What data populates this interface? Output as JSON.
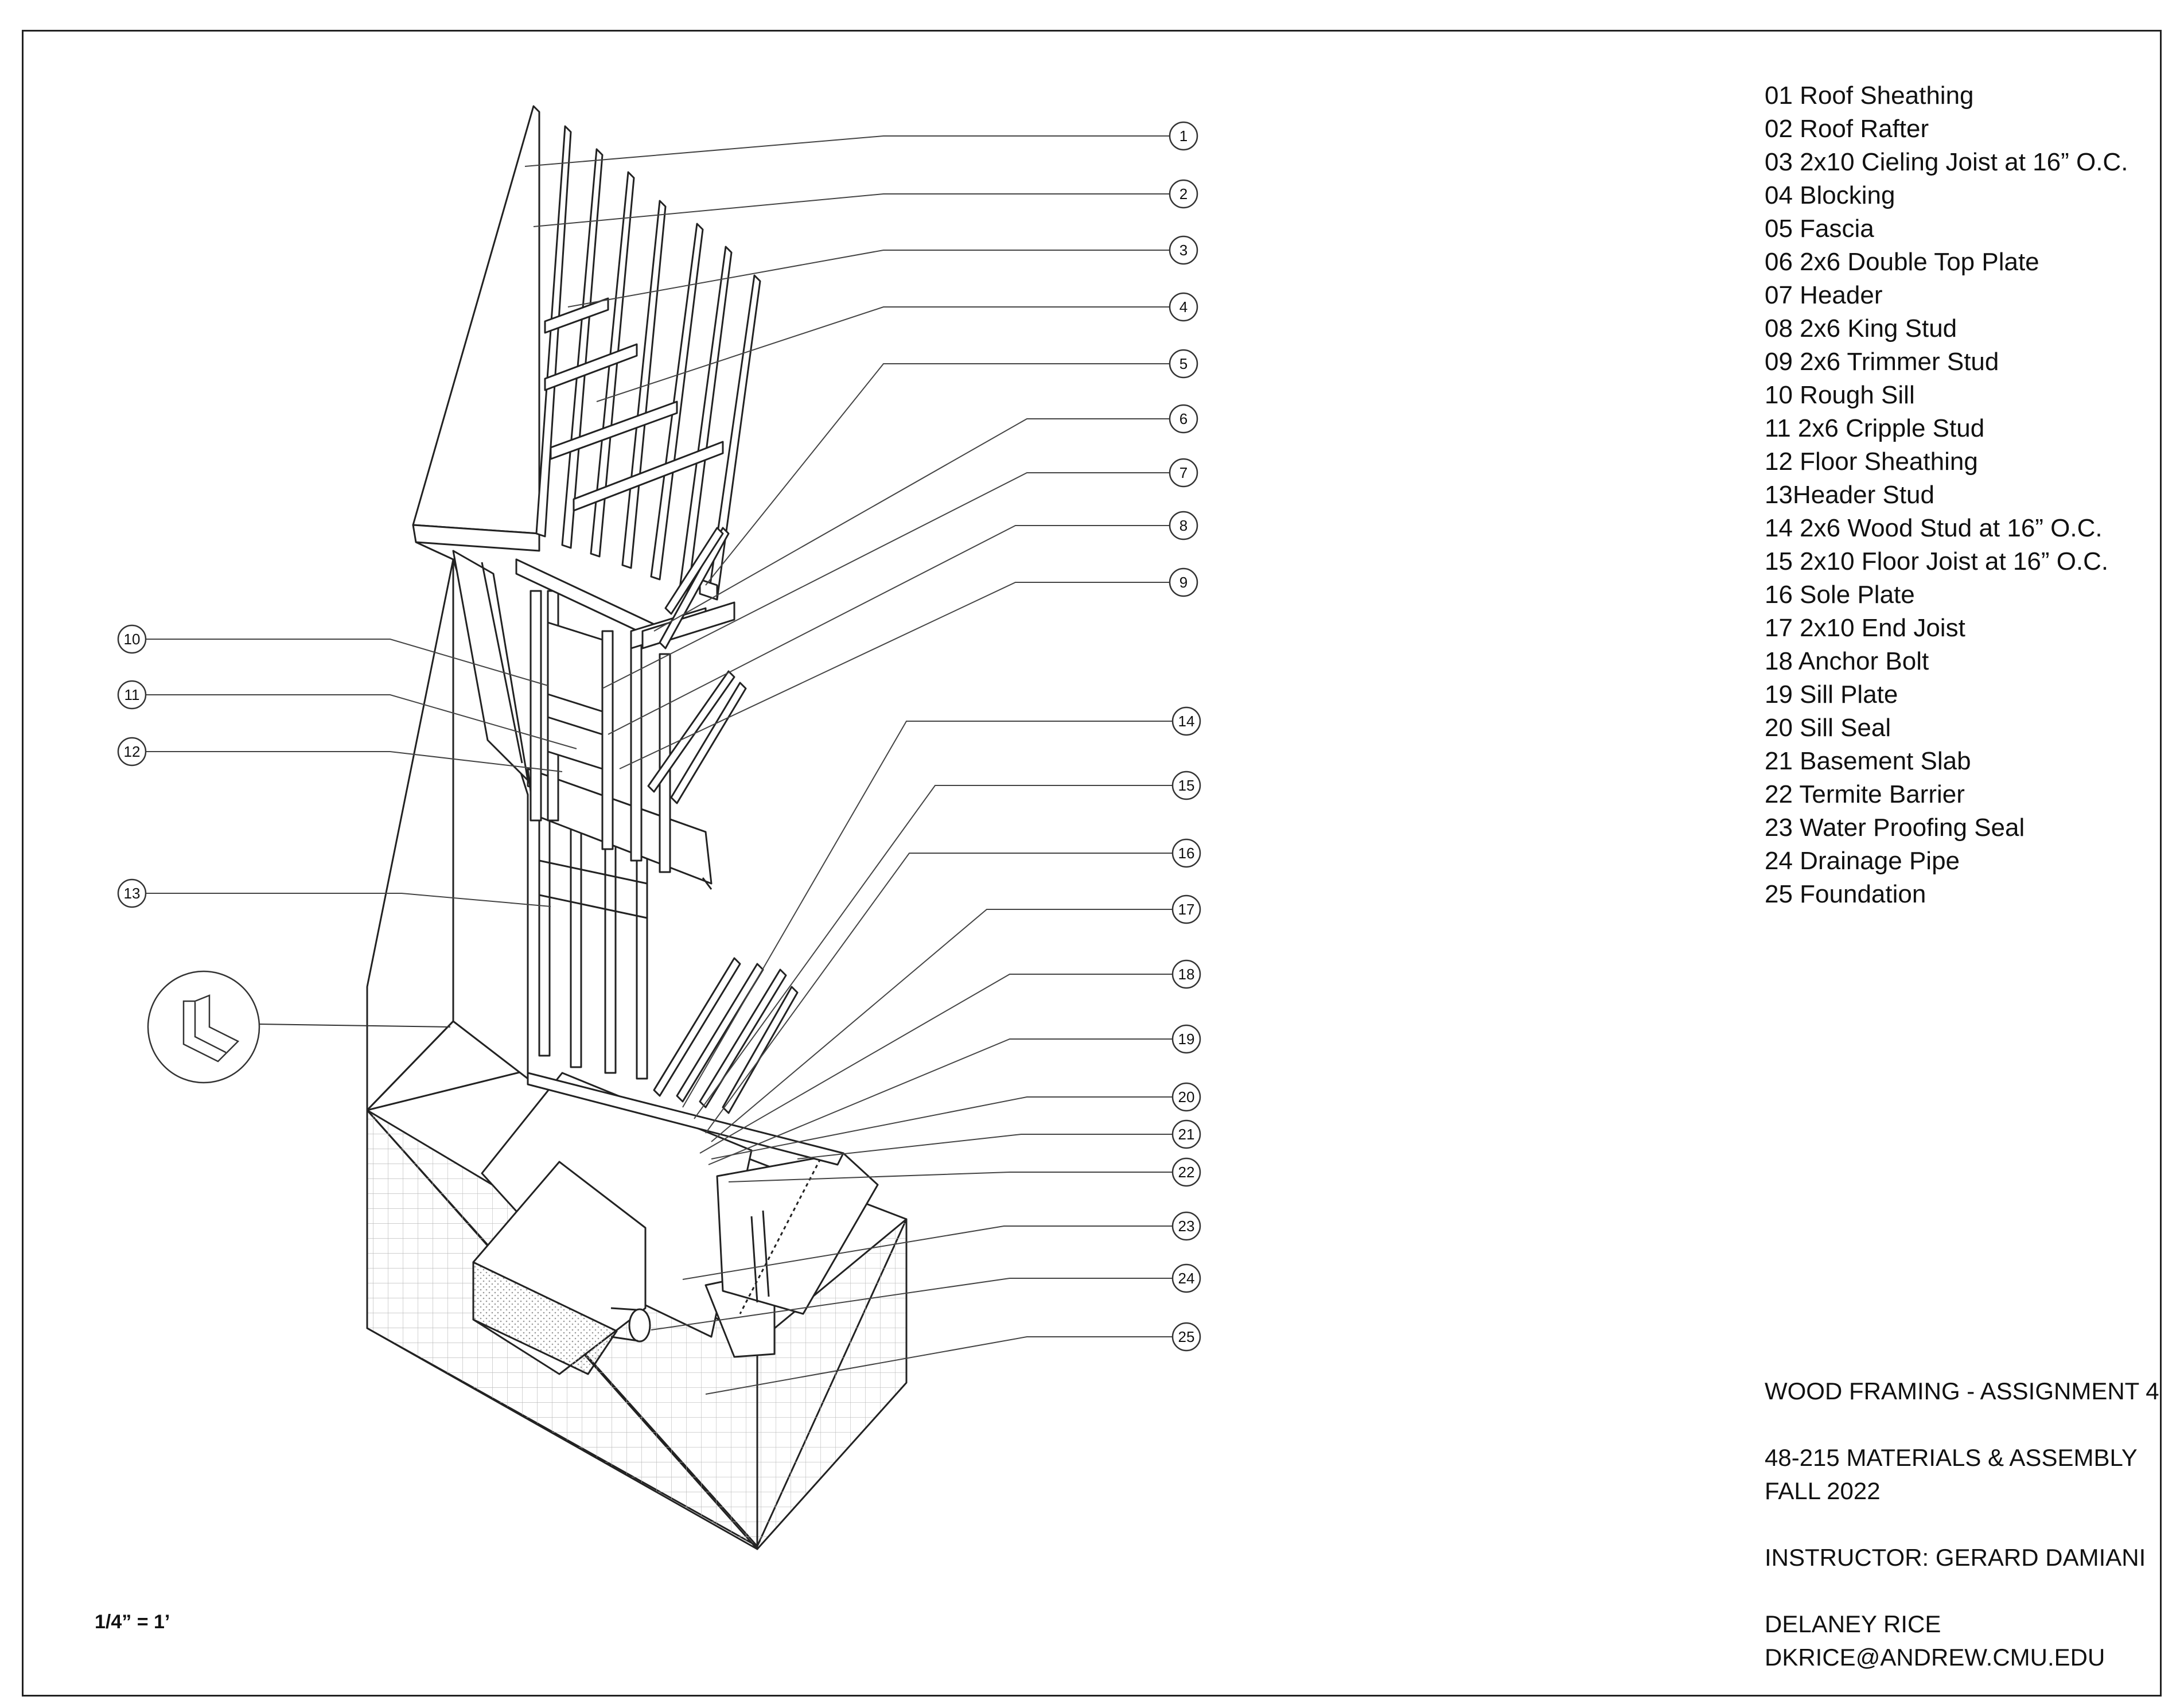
{
  "legend": [
    {
      "num": "1",
      "label": "01 Roof Sheathing"
    },
    {
      "num": "2",
      "label": "02 Roof Rafter"
    },
    {
      "num": "3",
      "label": "03 2x10 Cieling Joist at 16” O.C."
    },
    {
      "num": "4",
      "label": "04 Blocking"
    },
    {
      "num": "5",
      "label": "05 Fascia"
    },
    {
      "num": "6",
      "label": "06 2x6 Double Top Plate"
    },
    {
      "num": "7",
      "label": "07 Header"
    },
    {
      "num": "8",
      "label": "08 2x6 King Stud"
    },
    {
      "num": "9",
      "label": "09 2x6 Trimmer Stud"
    },
    {
      "num": "10",
      "label": "10 Rough Sill"
    },
    {
      "num": "11",
      "label": "11 2x6 Cripple Stud"
    },
    {
      "num": "12",
      "label": "12 Floor Sheathing"
    },
    {
      "num": "13",
      "label": "13Header Stud"
    },
    {
      "num": "14",
      "label": "14 2x6 Wood Stud at 16” O.C."
    },
    {
      "num": "15",
      "label": "15 2x10 Floor Joist at 16” O.C."
    },
    {
      "num": "16",
      "label": "16 Sole Plate"
    },
    {
      "num": "17",
      "label": "17 2x10 End Joist"
    },
    {
      "num": "18",
      "label": "18 Anchor Bolt"
    },
    {
      "num": "19",
      "label": "19 Sill Plate"
    },
    {
      "num": "20",
      "label": "20 Sill Seal"
    },
    {
      "num": "21",
      "label": "21 Basement Slab"
    },
    {
      "num": "22",
      "label": "22 Termite Barrier"
    },
    {
      "num": "23",
      "label": "23 Water Proofing Seal"
    },
    {
      "num": "24",
      "label": "24 Drainage Pipe"
    },
    {
      "num": "25",
      "label": "25 Foundation"
    }
  ],
  "title_block": {
    "title": "WOOD FRAMING - ASSIGNMENT 4",
    "course": "48-215 MATERIALS & ASSEMBLY",
    "term": "FALL 2022",
    "instructor": "INSTRUCTOR: GERARD DAMIANI",
    "student": "DELANEY RICE",
    "email": "DKRICE@ANDREW.CMU.EDU"
  },
  "scale": "1/4” = 1’",
  "line_color": "#222222"
}
